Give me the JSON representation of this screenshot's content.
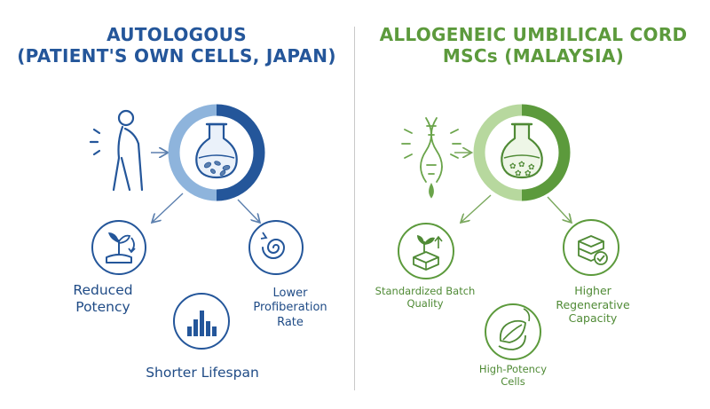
{
  "left": {
    "title_line1": "AUTOLOGOUS",
    "title_line2": "(PATIENT'S OWN CELLS, JAPAN)",
    "outcomes": {
      "reduced_potency_line1": "Reduced",
      "reduced_potency_line2": "Potency",
      "lower_proliferation_line1": "Lower",
      "lower_proliferation_line2": "Profiberation",
      "lower_proliferation_line3": "Rate",
      "shorter_lifespan": "Shorter Lifespan"
    }
  },
  "right": {
    "title_line1": "ALLOGENEIC UMBILICAL CORD",
    "title_line2": "MSCs (MALAYSIA)",
    "outcomes": {
      "standardized_line1": "Standardized Batch",
      "standardized_line2": "Quality",
      "higher_regen_line1": "Higher",
      "higher_regen_line2": "Regenerative",
      "higher_regen_line3": "Capacity",
      "high_potency_line1": "High-Potency",
      "high_potency_line2": "Cells"
    }
  },
  "colors": {
    "blue_dark": "#24569a",
    "blue_light": "#8eb4dc",
    "green_dark": "#5c9a3c",
    "green_light": "#b7d89e"
  }
}
